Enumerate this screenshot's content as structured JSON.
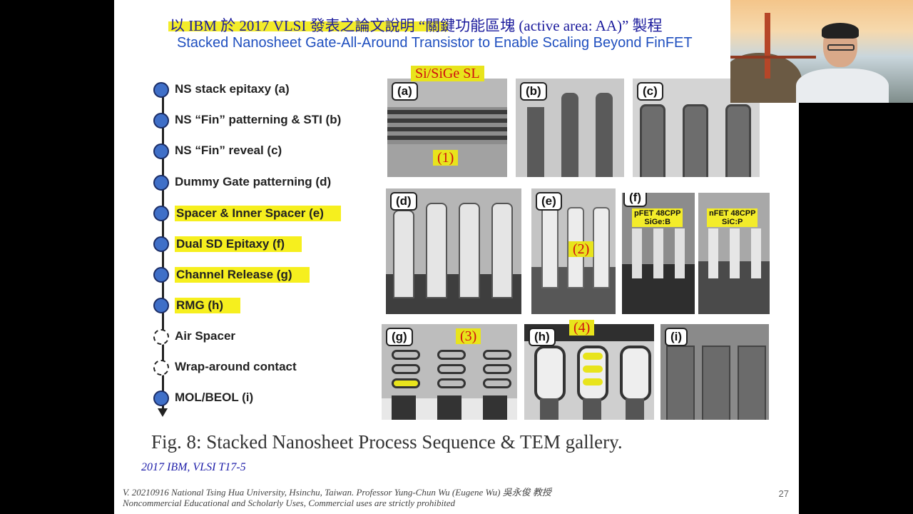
{
  "slide": {
    "title_zh": "以 IBM 於 2017 VLSI 發表之論文說明 “關鍵功能區塊 (active area: AA)” 製程",
    "title_en": "Stacked Nanosheet Gate-All-Around Transistor to Enable Scaling Beyond FinFET",
    "caption": "Fig. 8: Stacked Nanosheet Process Sequence & TEM gallery.",
    "reference": "2017 IBM, VLSI T17-5",
    "footer_line1": "V. 20210916 National Tsing Hua University, Hsinchu, Taiwan. Professor Yung-Chun Wu (Eugene Wu) 吳永俊 教授",
    "footer_line2": "Noncommercial Educational and Scholarly Uses, Commercial uses are strictly prohibited",
    "page_number": "27"
  },
  "flow_steps": [
    {
      "label": "NS stack epitaxy (a)",
      "highlight": false,
      "dashed": false
    },
    {
      "label": "NS “Fin” patterning & STI (b)",
      "highlight": false,
      "dashed": false
    },
    {
      "label": "NS “Fin” reveal (c)",
      "highlight": false,
      "dashed": false
    },
    {
      "label": "Dummy Gate patterning (d)",
      "highlight": false,
      "dashed": false
    },
    {
      "label": "Spacer & Inner Spacer (e)",
      "highlight": true,
      "dashed": false
    },
    {
      "label": "Dual SD Epitaxy (f)",
      "highlight": true,
      "dashed": false
    },
    {
      "label": "Channel Release (g)",
      "highlight": true,
      "dashed": false
    },
    {
      "label": "RMG (h)",
      "highlight": true,
      "dashed": false
    },
    {
      "label": "Air Spacer",
      "highlight": false,
      "dashed": true
    },
    {
      "label": "Wrap-around contact",
      "highlight": false,
      "dashed": true
    },
    {
      "label": "MOL/BEOL (i)",
      "highlight": false,
      "dashed": false
    }
  ],
  "gallery": {
    "top_annotation": "Si/SiGe SL",
    "panels": [
      "(a)",
      "(b)",
      "(c)",
      "(d)",
      "(e)",
      "(f)",
      "(g)",
      "(h)",
      "(i)"
    ],
    "markers": [
      "(1)",
      "(2)",
      "(3)",
      "(4)"
    ],
    "tag_pfet_1": "pFET 48CPP",
    "tag_pfet_2": "SiGe:B",
    "tag_nfet_1": "nFET 48CPP",
    "tag_nfet_2": "SiC:P"
  },
  "colors": {
    "highlight": "#f6ef1e",
    "title_blue": "#1f4fbf",
    "marker_red": "#d01010",
    "dot_blue": "#3f6fc8"
  }
}
